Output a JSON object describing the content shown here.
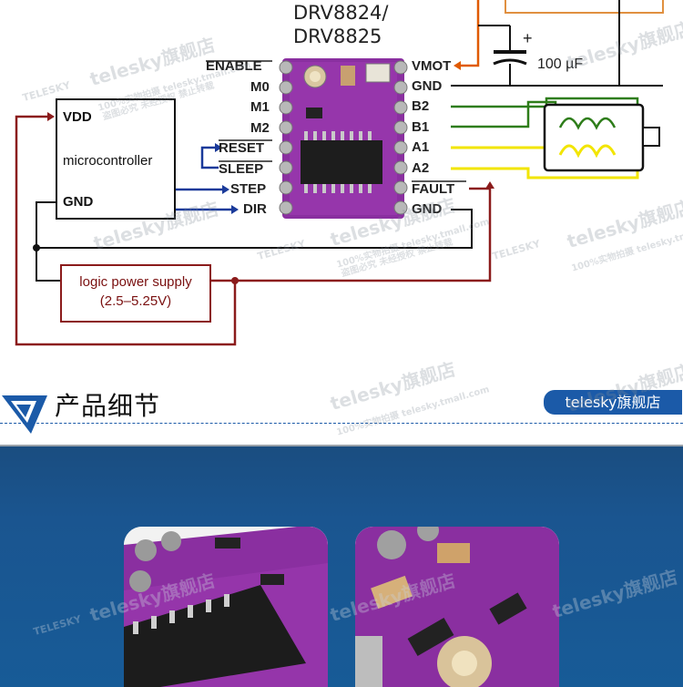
{
  "diagram": {
    "chip_title_line1": "DRV8824/",
    "chip_title_line2": "DRV8825",
    "left_pins": {
      "enable": "ENABLE",
      "m0": "M0",
      "m1": "M1",
      "m2": "M2",
      "reset": "RESET",
      "sleep": "SLEEP",
      "step": "STEP",
      "dir": "DIR"
    },
    "right_pins": {
      "vmot": "VMOT",
      "gnd_top": "GND",
      "b2": "B2",
      "b1": "B1",
      "a1": "A1",
      "a2": "A2",
      "fault": "FAULT",
      "gnd_bottom": "GND"
    },
    "capacitor_label": "100 µF",
    "capacitor_plus": "+",
    "mcu": {
      "vdd": "VDD",
      "name": "microcontroller",
      "gnd": "GND"
    },
    "logic_supply": {
      "line1": "logic power supply",
      "line2": "(2.5–5.25V)"
    }
  },
  "section": {
    "title": "产品细节",
    "shop_badge": "telesky旗舰店"
  },
  "watermark": {
    "brand": "telesky",
    "store": "旗舰店",
    "domain": "100%实物拍摄  telesky.tmall.com",
    "notice": "盗图必究 未经授权 禁止转载",
    "logo_text": "TELESKY"
  },
  "colors": {
    "red_wire": "#8b1b1b",
    "orange_wire": "#e05a00",
    "green_wire": "#2e7d1a",
    "yellow_wire": "#f2e500",
    "blue_wire": "#1a3a9a",
    "pcb_purple": "#8a2fa0",
    "banner_blue": "#1a5590"
  }
}
